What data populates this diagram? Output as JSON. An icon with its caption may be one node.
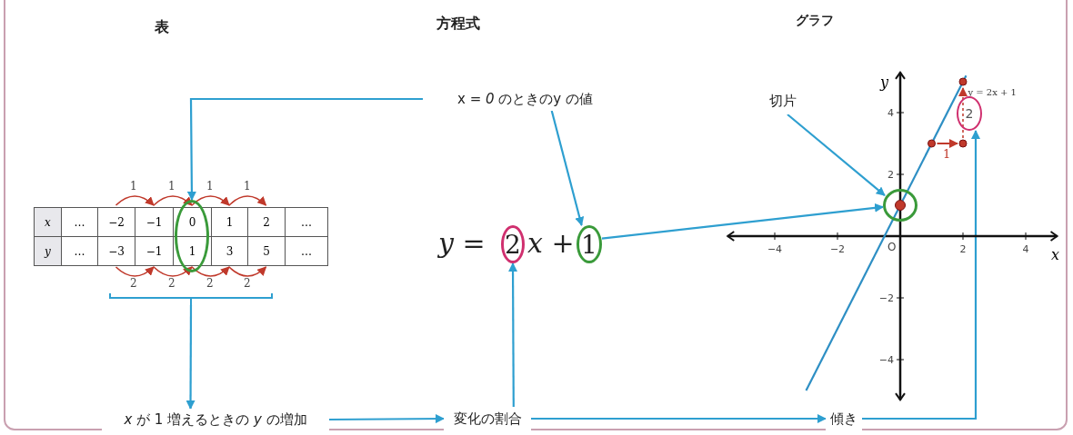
{
  "diagram": {
    "nodes": [
      {
        "text": [
          "x = *0* のときのy の値"
        ]
      },
      {
        "text": [
          "切片"
        ]
      },
      {
        "text": [
          "2"
        ]
      },
      {
        "text": [],
        "shape": "ellipse"
      },
      {
        "text": [
          "2"
        ]
      },
      {
        "text": [
          "1"
        ]
      },
      {
        "text": [],
        "shape": "circle"
      },
      {
        "text": [],
        "shape": "bracket"
      },
      {
        "text": [
          "*x* が 1 増えるときの *y* の増加"
        ]
      },
      {
        "text": [
          "変化の割合"
        ]
      },
      {
        "text": [
          "傾き"
        ]
      }
    ],
    "edges": [
      {
        "from": 0,
        "to": 3,
        "arrow": "to"
      },
      {
        "from": 0,
        "to": 5,
        "arrow": "to"
      },
      {
        "from": 5,
        "to": 6,
        "arrow": "to"
      },
      {
        "from": 1,
        "to": 6,
        "arrow": "to"
      },
      {
        "from": 7,
        "to": 8,
        "arrow": "to"
      },
      {
        "from": 8,
        "to": 9,
        "arrow": "to"
      },
      {
        "from": 9,
        "to": 4,
        "arrow": "to"
      },
      {
        "from": 9,
        "to": 10,
        "arrow": "to"
      },
      {
        "from": 10,
        "to": 2,
        "arrow": "to"
      }
    ],
    "labels": [
      "表",
      "方程式",
      "グラフ",
      "1",
      "1",
      "1",
      "1",
      "*x*",
      "…",
      "−2",
      "−1",
      "0",
      "1",
      "2",
      "…",
      "*y*",
      "…",
      "−3",
      "−1",
      "1",
      "3",
      "5",
      "…",
      "2",
      "2",
      "2",
      "2",
      "*y* =",
      "*x* +",
      "1",
      "O"
    ],
    "chart_data": {
      "type": "line",
      "xlabel": "x",
      "ylabel": "y",
      "x": [
        -3,
        2.1
      ],
      "series": [
        {
          "name": "y = 2x + 1",
          "color": "#2e8fc4",
          "values": [
            -5,
            5.2
          ]
        }
      ],
      "xlim": [
        -5.5,
        5
      ],
      "ylim": [
        -5.3,
        5.3
      ],
      "xticks": [
        -4,
        -2,
        2,
        4
      ],
      "yticks": [
        -4,
        -2,
        2,
        4
      ]
    }
  }
}
